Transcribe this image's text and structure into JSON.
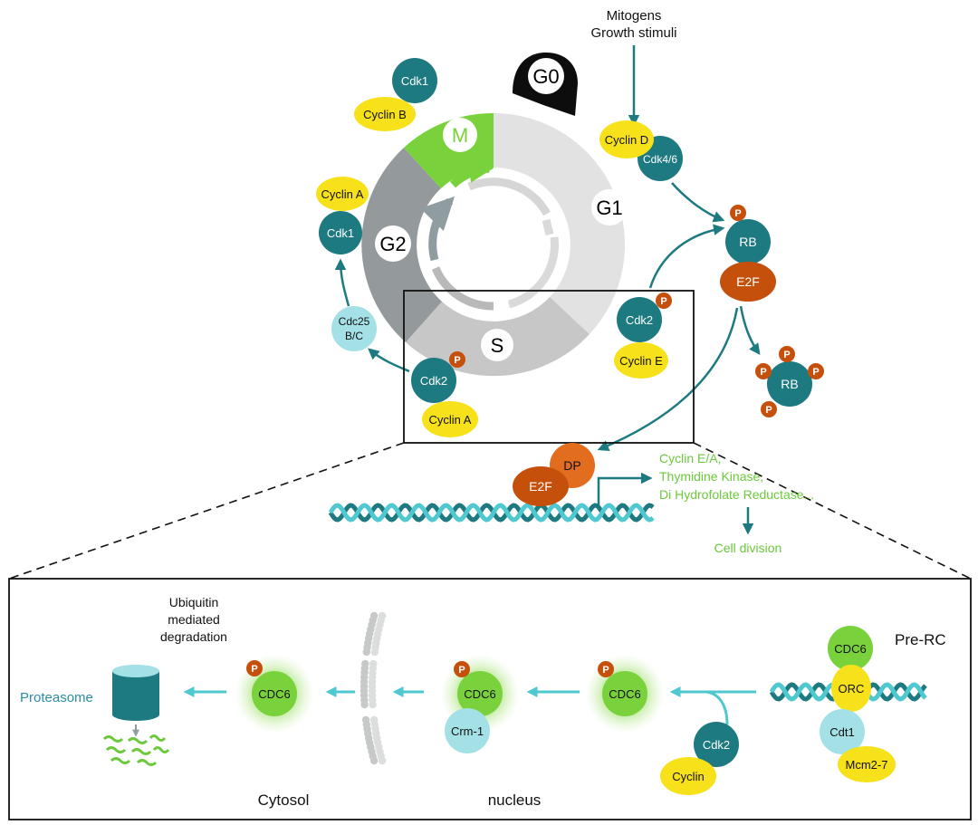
{
  "colors": {
    "teal": "#1d7a80",
    "yellow": "#f6e11a",
    "green": "#79d23c",
    "light_teal": "#a4e1e6",
    "orange": "#e36d1f",
    "dark_orange": "#c4500c",
    "arrow_teal": "#1d7a80",
    "arrow_cyan": "#4fc8cf",
    "text_green": "#6cc93c",
    "text_teal": "#2b8ea3"
  },
  "top_input": {
    "line1": "Mitogens",
    "line2": "Growth stimuli"
  },
  "phases": {
    "g0": "G0",
    "m": "M",
    "g1": "G1",
    "g2": "G2",
    "s": "S"
  },
  "complexes": {
    "m_cdk": "Cdk1",
    "m_cyclin": "Cyclin B",
    "g2_cyclin": "Cyclin A",
    "g2_cdk": "Cdk1",
    "cdc25_line1": "Cdc25",
    "cdc25_line2": "B/C",
    "s_cdk": "Cdk2",
    "s_cyclin": "Cyclin A",
    "g1_cyclin": "Cyclin D",
    "g1_cdk": "Cdk4/6",
    "g1s_cdk": "Cdk2",
    "g1s_cyclin": "Cyclin E",
    "phospho": "P"
  },
  "rb": {
    "rb1": "RB",
    "e2f1": "E2F",
    "rb2": "RB"
  },
  "transcription": {
    "dp": "DP",
    "e2f": "E2F",
    "targets_line1": "Cyclin E/A,",
    "targets_line2": "Thymidine Kinase,",
    "targets_line3": "Di Hydrofolate Reductase...",
    "outcome": "Cell division"
  },
  "inset": {
    "ubiquitin_line1": "Ubiquitin",
    "ubiquitin_line2": "mediated",
    "ubiquitin_line3": "degradation",
    "proteasome": "Proteasome",
    "cdc6": "CDC6",
    "crm1": "Crm-1",
    "cdk2": "Cdk2",
    "cyclin": "Cyclin",
    "pre_rc": "Pre-RC",
    "orc": "ORC",
    "cdt1": "Cdt1",
    "mcm": "Mcm2-7",
    "cytosol": "Cytosol",
    "nucleus": "nucleus"
  }
}
